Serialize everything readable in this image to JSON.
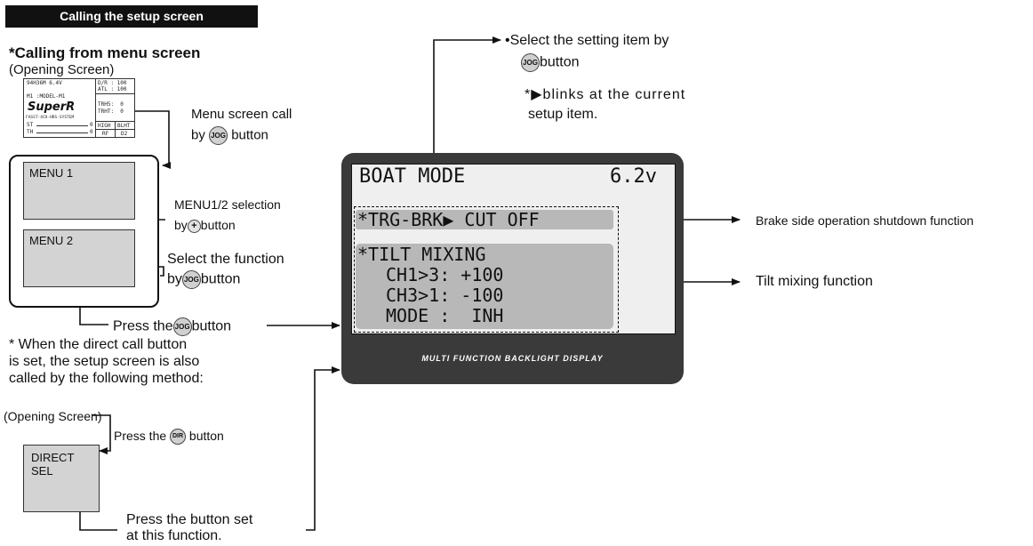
{
  "header": {
    "title": "Calling the setup screen"
  },
  "left": {
    "subtitle": "*Calling from menu screen",
    "opening_screen": "(Opening Screen)",
    "mini": {
      "line1": "94H36M 6.4V",
      "line2": "M1 :MODEL-M1",
      "brand": "SuperR",
      "line3": "FASST-4CH-HRS-SYSTEM",
      "st": "ST",
      "th": "TH",
      "zero1": "0",
      "zero2": "0",
      "dr": "D/R : 100",
      "atl": "ATL : 100",
      "trh": "TRH5:  0",
      "trt": "TRHT:  0",
      "cell1": "HIGH",
      "cell2": "BLHT",
      "cell3": "RF",
      "cell4": "D2"
    },
    "menu_call_1": "Menu screen call",
    "menu_call_2_pre": "by",
    "menu_call_2_post": "button",
    "menu1": "MENU 1",
    "menu2": "MENU 2",
    "sel12_1": "MENU1/2 selection",
    "sel12_2_pre": "by",
    "sel12_2_post": "button",
    "selfunc_1": "Select the function",
    "selfunc_2_pre": "by",
    "selfunc_2_post": "button",
    "press_pre": "Press the",
    "press_post": "button",
    "direct_note_1": "* When the direct call button",
    "direct_note_2": "is set, the setup screen is also",
    "direct_note_3": "called by the following method:",
    "opening_screen2": "(Opening Screen)",
    "press_dir_pre": "Press the",
    "press_dir_post": "button",
    "direct_sel": "DIRECT SEL",
    "press_set_1": "Press the button set",
    "press_set_2": "at this function."
  },
  "buttons": {
    "jog": "JOG",
    "plus": "+",
    "dir": "DIR"
  },
  "top": {
    "select_item_1": "•Select the setting item by",
    "select_item_2": "button",
    "blinks_star": "*",
    "blinks_1": "blinks at the current",
    "blinks_2": "setup item."
  },
  "lcd": {
    "title": "BOAT MODE",
    "voltage": "6.2v",
    "row1": "*TRG-BRK▶ CUT OFF",
    "row2": "*TILT MIXING",
    "row3": "CH1>3: +100",
    "row4": "CH3>1: -100",
    "row5": "MODE :  INH",
    "bezel_text": "MULTI FUNCTION BACKLIGHT DISPLAY"
  },
  "annotations": {
    "brake": "Brake side operation shutdown function",
    "tilt": "Tilt mixing function"
  }
}
